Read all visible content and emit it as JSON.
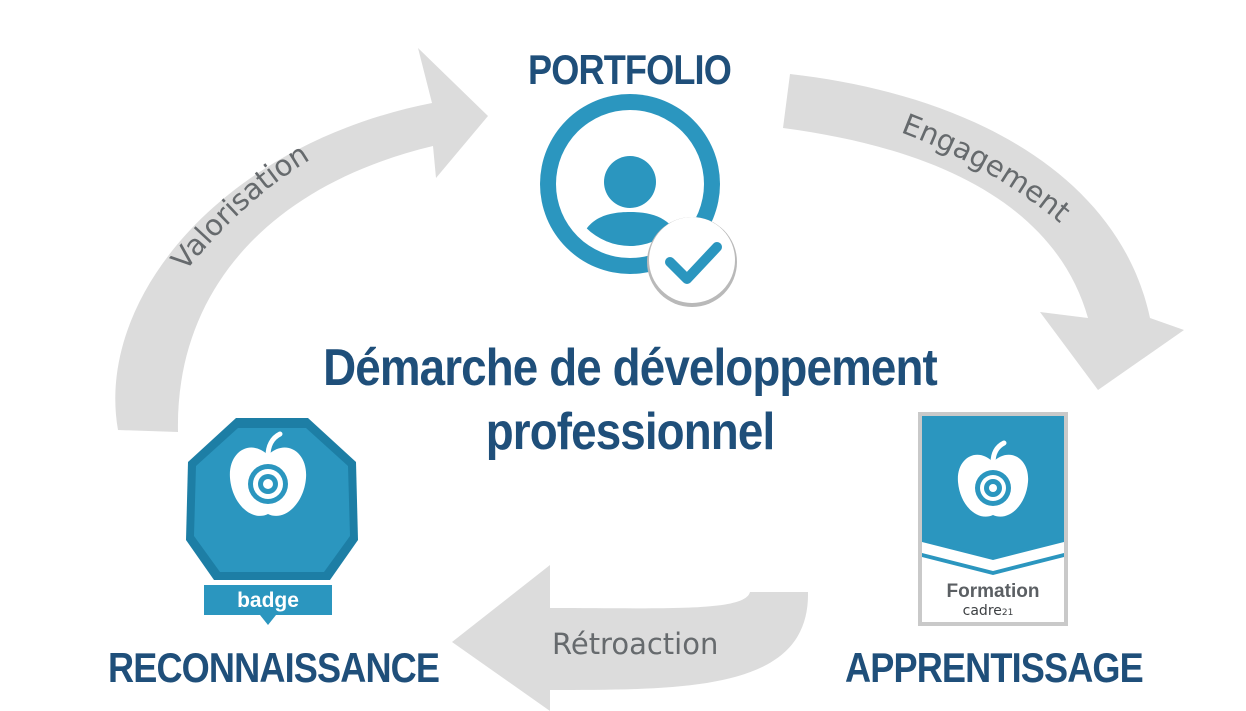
{
  "nodes": {
    "portfolio": "PORTFOLIO",
    "reconnaissance": "RECONNAISSANCE",
    "apprentissage": "APPRENTISSAGE"
  },
  "center": {
    "line1": "Démarche de développement",
    "line2": "professionnel"
  },
  "edges": {
    "valorisation": "Valorisation",
    "engagement": "Engagement",
    "retroaction": "Rétroaction"
  },
  "badge": {
    "label": "badge"
  },
  "formation_card": {
    "title": "Formation",
    "brand": "cadre",
    "brand_suffix": "21"
  },
  "colors": {
    "navy": "#1f4f7a",
    "teal": "#2b96bf",
    "arrow_gray": "#dcdcdc",
    "label_gray": "#666a6d"
  },
  "icons": {
    "portfolio": "user-check-icon",
    "badge": "apple-target-icon",
    "formation": "apple-target-icon"
  }
}
